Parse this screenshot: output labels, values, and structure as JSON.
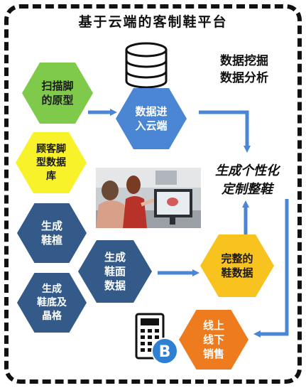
{
  "title": "基于云端的客制鞋平台",
  "right_label_top": "数据挖掘\n数据分析",
  "right_label_mid": "生成个性化\n定制整鞋",
  "nodes": {
    "scan": "扫描脚\n的原型",
    "cloud": "数据进\n入云端",
    "db": "顾客脚\n型数据\n库",
    "last": "生成\n鞋楦",
    "upper": "生成\n鞋面\n数据",
    "sole": "生成\n鞋底及\n晶格",
    "complete": "完整的\n鞋数据",
    "sales": "线上\n线下\n销售"
  },
  "icons": {
    "database": "database-icon",
    "pos": "pos-terminal-bitcoin-icon",
    "bitcoin_glyph": "B"
  },
  "colors": {
    "green": "#7fc94b",
    "yellow": "#f8f22a",
    "navy": "#335a88",
    "blue": "#4a86d4",
    "gold": "#f8c21f",
    "orange": "#ee7c1e",
    "arrow": "#4a86d4"
  }
}
